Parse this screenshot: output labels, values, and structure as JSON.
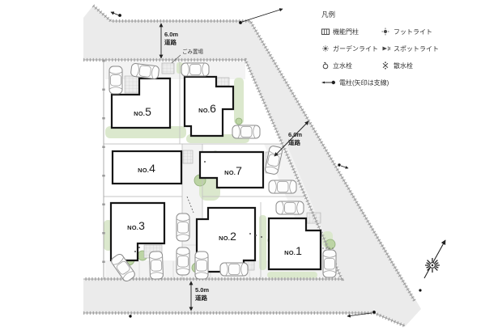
{
  "legend": {
    "title": "凡例",
    "items": [
      {
        "icon": "gate-post-icon",
        "label": "機能門柱"
      },
      {
        "icon": "foot-light-icon",
        "label": "フットライト"
      },
      {
        "icon": "garden-light-icon",
        "label": "ガーデンライト"
      },
      {
        "icon": "spot-light-icon",
        "label": "スポットライト"
      },
      {
        "icon": "standpipe-icon",
        "label": "立水栓"
      },
      {
        "icon": "sprinkler-icon",
        "label": "散水栓"
      },
      {
        "icon": "utility-pole-icon",
        "label": "電柱(矢印は支線)"
      }
    ]
  },
  "plan": {
    "roads": {
      "top": {
        "size": "6.0m",
        "word": "道路"
      },
      "right": {
        "size": "6.0m",
        "word": "道路"
      },
      "bottom": {
        "size": "5.0m",
        "word": "道路"
      }
    },
    "garbage_label": "ごみ置場",
    "lots": [
      {
        "prefix": "NO.",
        "number": "1"
      },
      {
        "prefix": "NO.",
        "number": "2"
      },
      {
        "prefix": "NO.",
        "number": "3"
      },
      {
        "prefix": "NO.",
        "number": "4"
      },
      {
        "prefix": "NO.",
        "number": "5"
      },
      {
        "prefix": "NO.",
        "number": "6"
      },
      {
        "prefix": "NO.",
        "number": "7"
      }
    ],
    "colors": {
      "road_fill": "#ebebeb",
      "planting_green": "#dbe8cd",
      "house_outline": "#161616"
    }
  }
}
